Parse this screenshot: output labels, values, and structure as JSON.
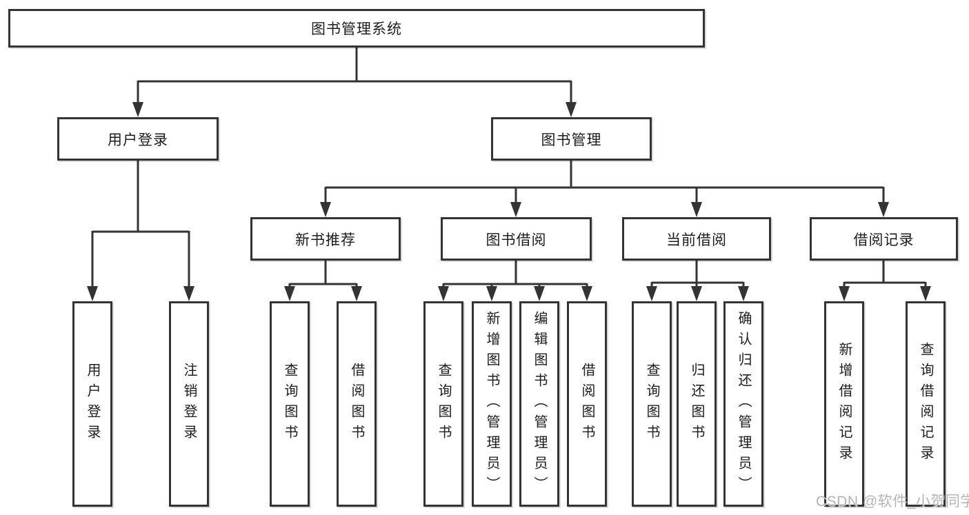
{
  "watermark": "CSDN @软件_小贺同学",
  "colors": {
    "line": "#333333",
    "text": "#1c1c1c",
    "box_background": "#ffffff",
    "watermark": "#b4b4b4",
    "page_background": "#ffffff"
  },
  "tree": {
    "root": {
      "label": "图书管理系统"
    },
    "branches": [
      {
        "label": "用户登录",
        "children": [
          "用户登录",
          "注销登录"
        ]
      },
      {
        "label": "图书管理",
        "groups": [
          {
            "label": "新书推荐",
            "children": [
              "查询图书",
              "借阅图书"
            ]
          },
          {
            "label": "图书借阅",
            "children": [
              "查询图书",
              "新增图书（管理员）",
              "编辑图书（管理员）",
              "借阅图书"
            ]
          },
          {
            "label": "当前借阅",
            "children": [
              "查询图书",
              "归还图书",
              "确认归还（管理员）"
            ]
          },
          {
            "label": "借阅记录",
            "children": [
              "新增借阅记录",
              "查询借阅记录"
            ]
          }
        ]
      }
    ]
  }
}
